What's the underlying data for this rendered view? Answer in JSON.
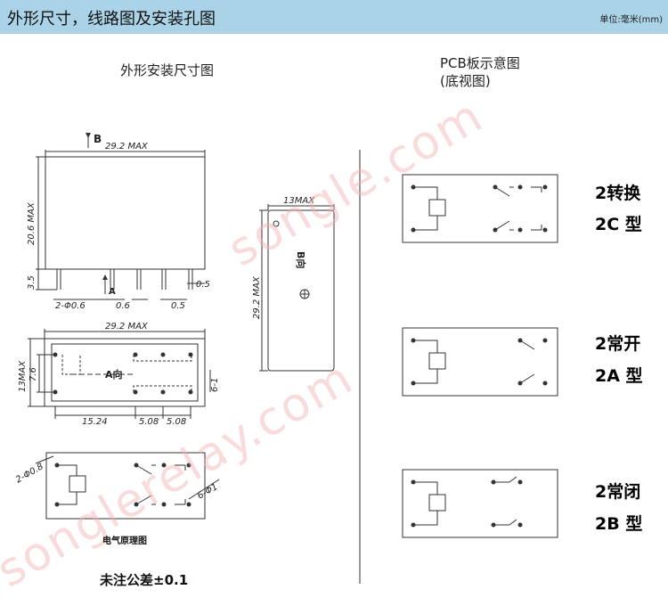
{
  "header": {
    "title": "外形尺寸，线路图及安装孔图",
    "unit": "单位:毫米(mm)"
  },
  "left_heading": "外形安装尺寸图",
  "right_heading": "PCB板示意图",
  "right_subheading": "(底视图)",
  "dims": {
    "b_label": "B",
    "width_max": "29.2 MAX",
    "height_max": "20.6 MAX",
    "pin_len": "3.5",
    "pin_dia": "2-Φ0.6",
    "a_label": "A",
    "pin_w": "0.6",
    "pin_w2": "0.5",
    "pin_w3": "0.5",
    "depth_max": "13MAX",
    "side_height": "29.2 MAX",
    "side_label": "B向",
    "bottom_width": "29.2 MAX",
    "bottom_height": "13MAX",
    "row_gap": "7.6",
    "a_dir": "A向",
    "hole_d": "6-1",
    "span1": "15.24",
    "span2": "5.08",
    "span3": "5.08",
    "schem_hole": "2-Φ0.8",
    "schem_hole2": "6-Φ1"
  },
  "schematic_caption": "电气原理图",
  "tolerance": "未注公差±0.1",
  "types": [
    {
      "name": "2转换",
      "code": "2C 型"
    },
    {
      "name": "2常开",
      "code": "2A 型"
    },
    {
      "name": "2常闭",
      "code": "2B 型"
    }
  ],
  "watermarks": [
    "songle.com",
    "songlerelay.com"
  ],
  "colors": {
    "header_bg": "#aad3e8",
    "watermark": "#f2b0b0",
    "line": "#333333"
  }
}
